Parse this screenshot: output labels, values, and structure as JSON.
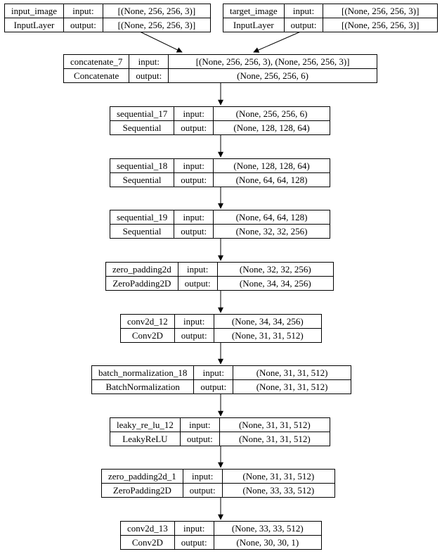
{
  "diagram": {
    "kind": "keras-model-plot",
    "colors": {
      "background": "#ffffff",
      "node_border": "#000000",
      "text": "#000000",
      "edge": "#000000"
    },
    "labels": {
      "input": "input:",
      "output": "output:"
    },
    "nodes": [
      {
        "name": "input_image",
        "layer_type": "InputLayer",
        "input_shape": "[(None, 256, 256, 3)]",
        "output_shape": "[(None, 256, 256, 3)]"
      },
      {
        "name": "target_image",
        "layer_type": "InputLayer",
        "input_shape": "[(None, 256, 256, 3)]",
        "output_shape": "[(None, 256, 256, 3)]"
      },
      {
        "name": "concatenate_7",
        "layer_type": "Concatenate",
        "input_shape": "[(None, 256, 256, 3), (None, 256, 256, 3)]",
        "output_shape": "(None, 256, 256, 6)"
      },
      {
        "name": "sequential_17",
        "layer_type": "Sequential",
        "input_shape": "(None, 256, 256, 6)",
        "output_shape": "(None, 128, 128, 64)"
      },
      {
        "name": "sequential_18",
        "layer_type": "Sequential",
        "input_shape": "(None, 128, 128, 64)",
        "output_shape": "(None, 64, 64, 128)"
      },
      {
        "name": "sequential_19",
        "layer_type": "Sequential",
        "input_shape": "(None, 64, 64, 128)",
        "output_shape": "(None, 32, 32, 256)"
      },
      {
        "name": "zero_padding2d",
        "layer_type": "ZeroPadding2D",
        "input_shape": "(None, 32, 32, 256)",
        "output_shape": "(None, 34, 34, 256)"
      },
      {
        "name": "conv2d_12",
        "layer_type": "Conv2D",
        "input_shape": "(None, 34, 34, 256)",
        "output_shape": "(None, 31, 31, 512)"
      },
      {
        "name": "batch_normalization_18",
        "layer_type": "BatchNormalization",
        "input_shape": "(None, 31, 31, 512)",
        "output_shape": "(None, 31, 31, 512)"
      },
      {
        "name": "leaky_re_lu_12",
        "layer_type": "LeakyReLU",
        "input_shape": "(None, 31, 31, 512)",
        "output_shape": "(None, 31, 31, 512)"
      },
      {
        "name": "zero_padding2d_1",
        "layer_type": "ZeroPadding2D",
        "input_shape": "(None, 31, 31, 512)",
        "output_shape": "(None, 33, 33, 512)"
      },
      {
        "name": "conv2d_13",
        "layer_type": "Conv2D",
        "input_shape": "(None, 33, 33, 512)",
        "output_shape": "(None, 30, 30, 1)"
      }
    ],
    "edges": [
      {
        "from": "input_image",
        "to": "concatenate_7"
      },
      {
        "from": "target_image",
        "to": "concatenate_7"
      },
      {
        "from": "concatenate_7",
        "to": "sequential_17"
      },
      {
        "from": "sequential_17",
        "to": "sequential_18"
      },
      {
        "from": "sequential_18",
        "to": "sequential_19"
      },
      {
        "from": "sequential_19",
        "to": "zero_padding2d"
      },
      {
        "from": "zero_padding2d",
        "to": "conv2d_12"
      },
      {
        "from": "conv2d_12",
        "to": "batch_normalization_18"
      },
      {
        "from": "batch_normalization_18",
        "to": "leaky_re_lu_12"
      },
      {
        "from": "leaky_re_lu_12",
        "to": "zero_padding2d_1"
      },
      {
        "from": "zero_padding2d_1",
        "to": "conv2d_13"
      }
    ]
  }
}
